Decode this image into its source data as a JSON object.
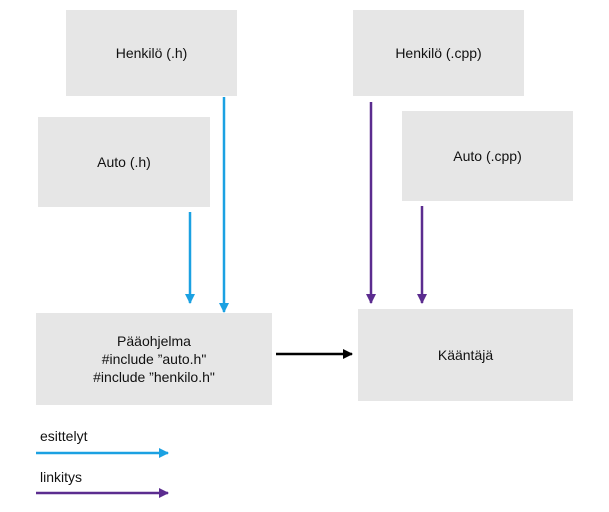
{
  "boxes": {
    "henkilo_h": "Henkilö (.h)",
    "auto_h": "Auto (.h)",
    "henkilo_cpp": "Henkilö (.cpp)",
    "auto_cpp": "Auto (.cpp)",
    "paaohjelma": {
      "title": "Pääohjelma",
      "line1": "#include ”auto.h\"",
      "line2": "#include ”henkilo.h\""
    },
    "kaantaja": "Kääntäjä"
  },
  "legend": {
    "esittelyt": "esittelyt",
    "linkitys": "linkitys"
  },
  "colors": {
    "box_fill": "#e6e6e6",
    "esittelyt": "#1ba1e2",
    "linkitys": "#5b2c8f",
    "flow": "#000000"
  }
}
